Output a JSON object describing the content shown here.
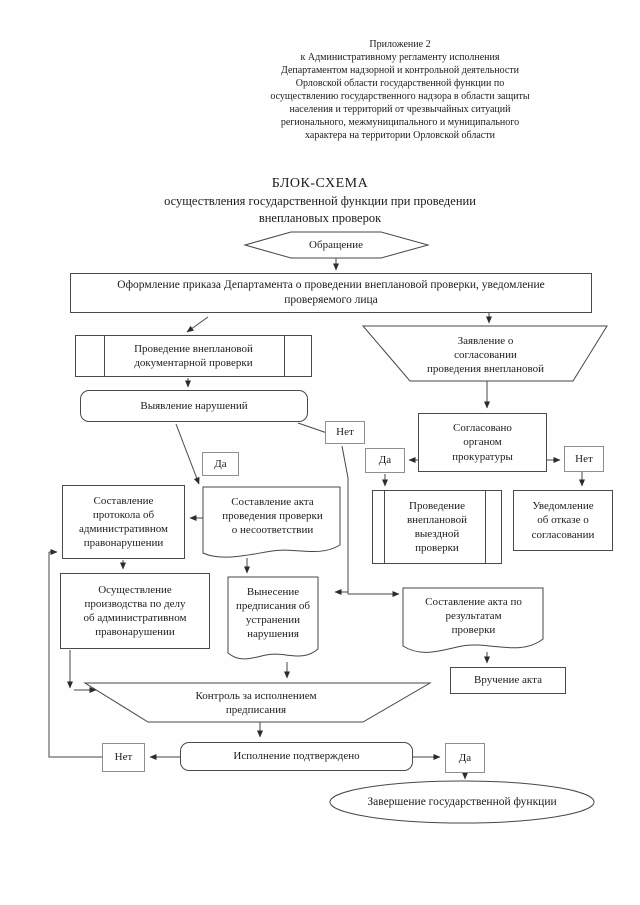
{
  "page": {
    "header": "Приложение 2\nк Административному регламенту исполнения\nДепартаментом надзорной и контрольной деятельности\nОрловской области государственной функции по\nосуществлению государственного надзора в области защиты\nнаселения и территорий от чрезвычайных ситуаций\nрегионального, межмуниципального и муниципального\nхарактера на территории Орловской области",
    "title": "БЛОК-СХЕМА",
    "subtitle": "осуществления государственной функции при проведении\nвнеплановых проверок"
  },
  "nodes": {
    "obrashchenie": "Обращение",
    "prikaz": "Оформление приказа Департамента о проведении внеплановой проверки, уведомление\nпроверяемого лица",
    "dokumentarnaya": "Проведение внеплановой\nдокументарной проверки",
    "vyyavlenie": "Выявление нарушений",
    "zayavlenie": "Заявление о\nсогласовании\nпроведения внеплановой",
    "soglasovano": "Согласовано\nорганом\nпрокуратуры",
    "vyezdnaya": "Проведение\nвнеплановой\nвыездной\nпроверки",
    "uvedomlenie_otkaz": "Уведомление\nоб отказе о\nсогласовании",
    "akt_nesootvetstvie": "Составление акта\nпроведения проверки\nо несоответствии",
    "protokol": "Составление\nпротокола об\nадминистративном\nправонарушении",
    "proizvodstvo": "Осуществление\nпроизводства по делу\nоб административном\nправонарушении",
    "predpisanie": "Вынесение\nпредписания об\nустранении\nнарушения",
    "akt_rezultat": "Составление акта по\nрезультатам\nпроверки",
    "vruchenie_akta": "Вручение акта",
    "kontrol": "Контроль за исполнением\nпредписания",
    "ispolnenie": "Исполнение подтверждено",
    "zavershenie": "Завершение государственной функции"
  },
  "labels": {
    "da1": "Да",
    "net1": "Нет",
    "da2": "Да",
    "net2": "Нет",
    "da3": "Да",
    "net3": "Нет"
  },
  "colors": {
    "ink": "#1c1c1c",
    "line": "#474747",
    "border": "#4a4a4a"
  }
}
